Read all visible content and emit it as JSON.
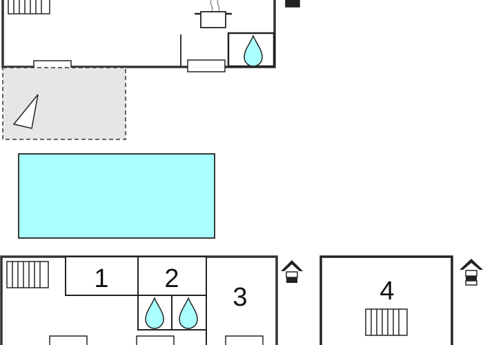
{
  "plan": {
    "colors": {
      "wall": "#333333",
      "terrace_fill": "#e6e6e6",
      "pool_fill": "#aaffff",
      "water_drop": "#aaffff",
      "line": "#222222",
      "background": "#ffffff"
    },
    "room_labels": [
      "1",
      "2",
      "3",
      "4"
    ],
    "icons": [
      "radiator-icon",
      "cooking-pot-icon",
      "water-drop-icon",
      "window-icon",
      "entrance-arrow-icon",
      "sunshade-icon"
    ]
  }
}
